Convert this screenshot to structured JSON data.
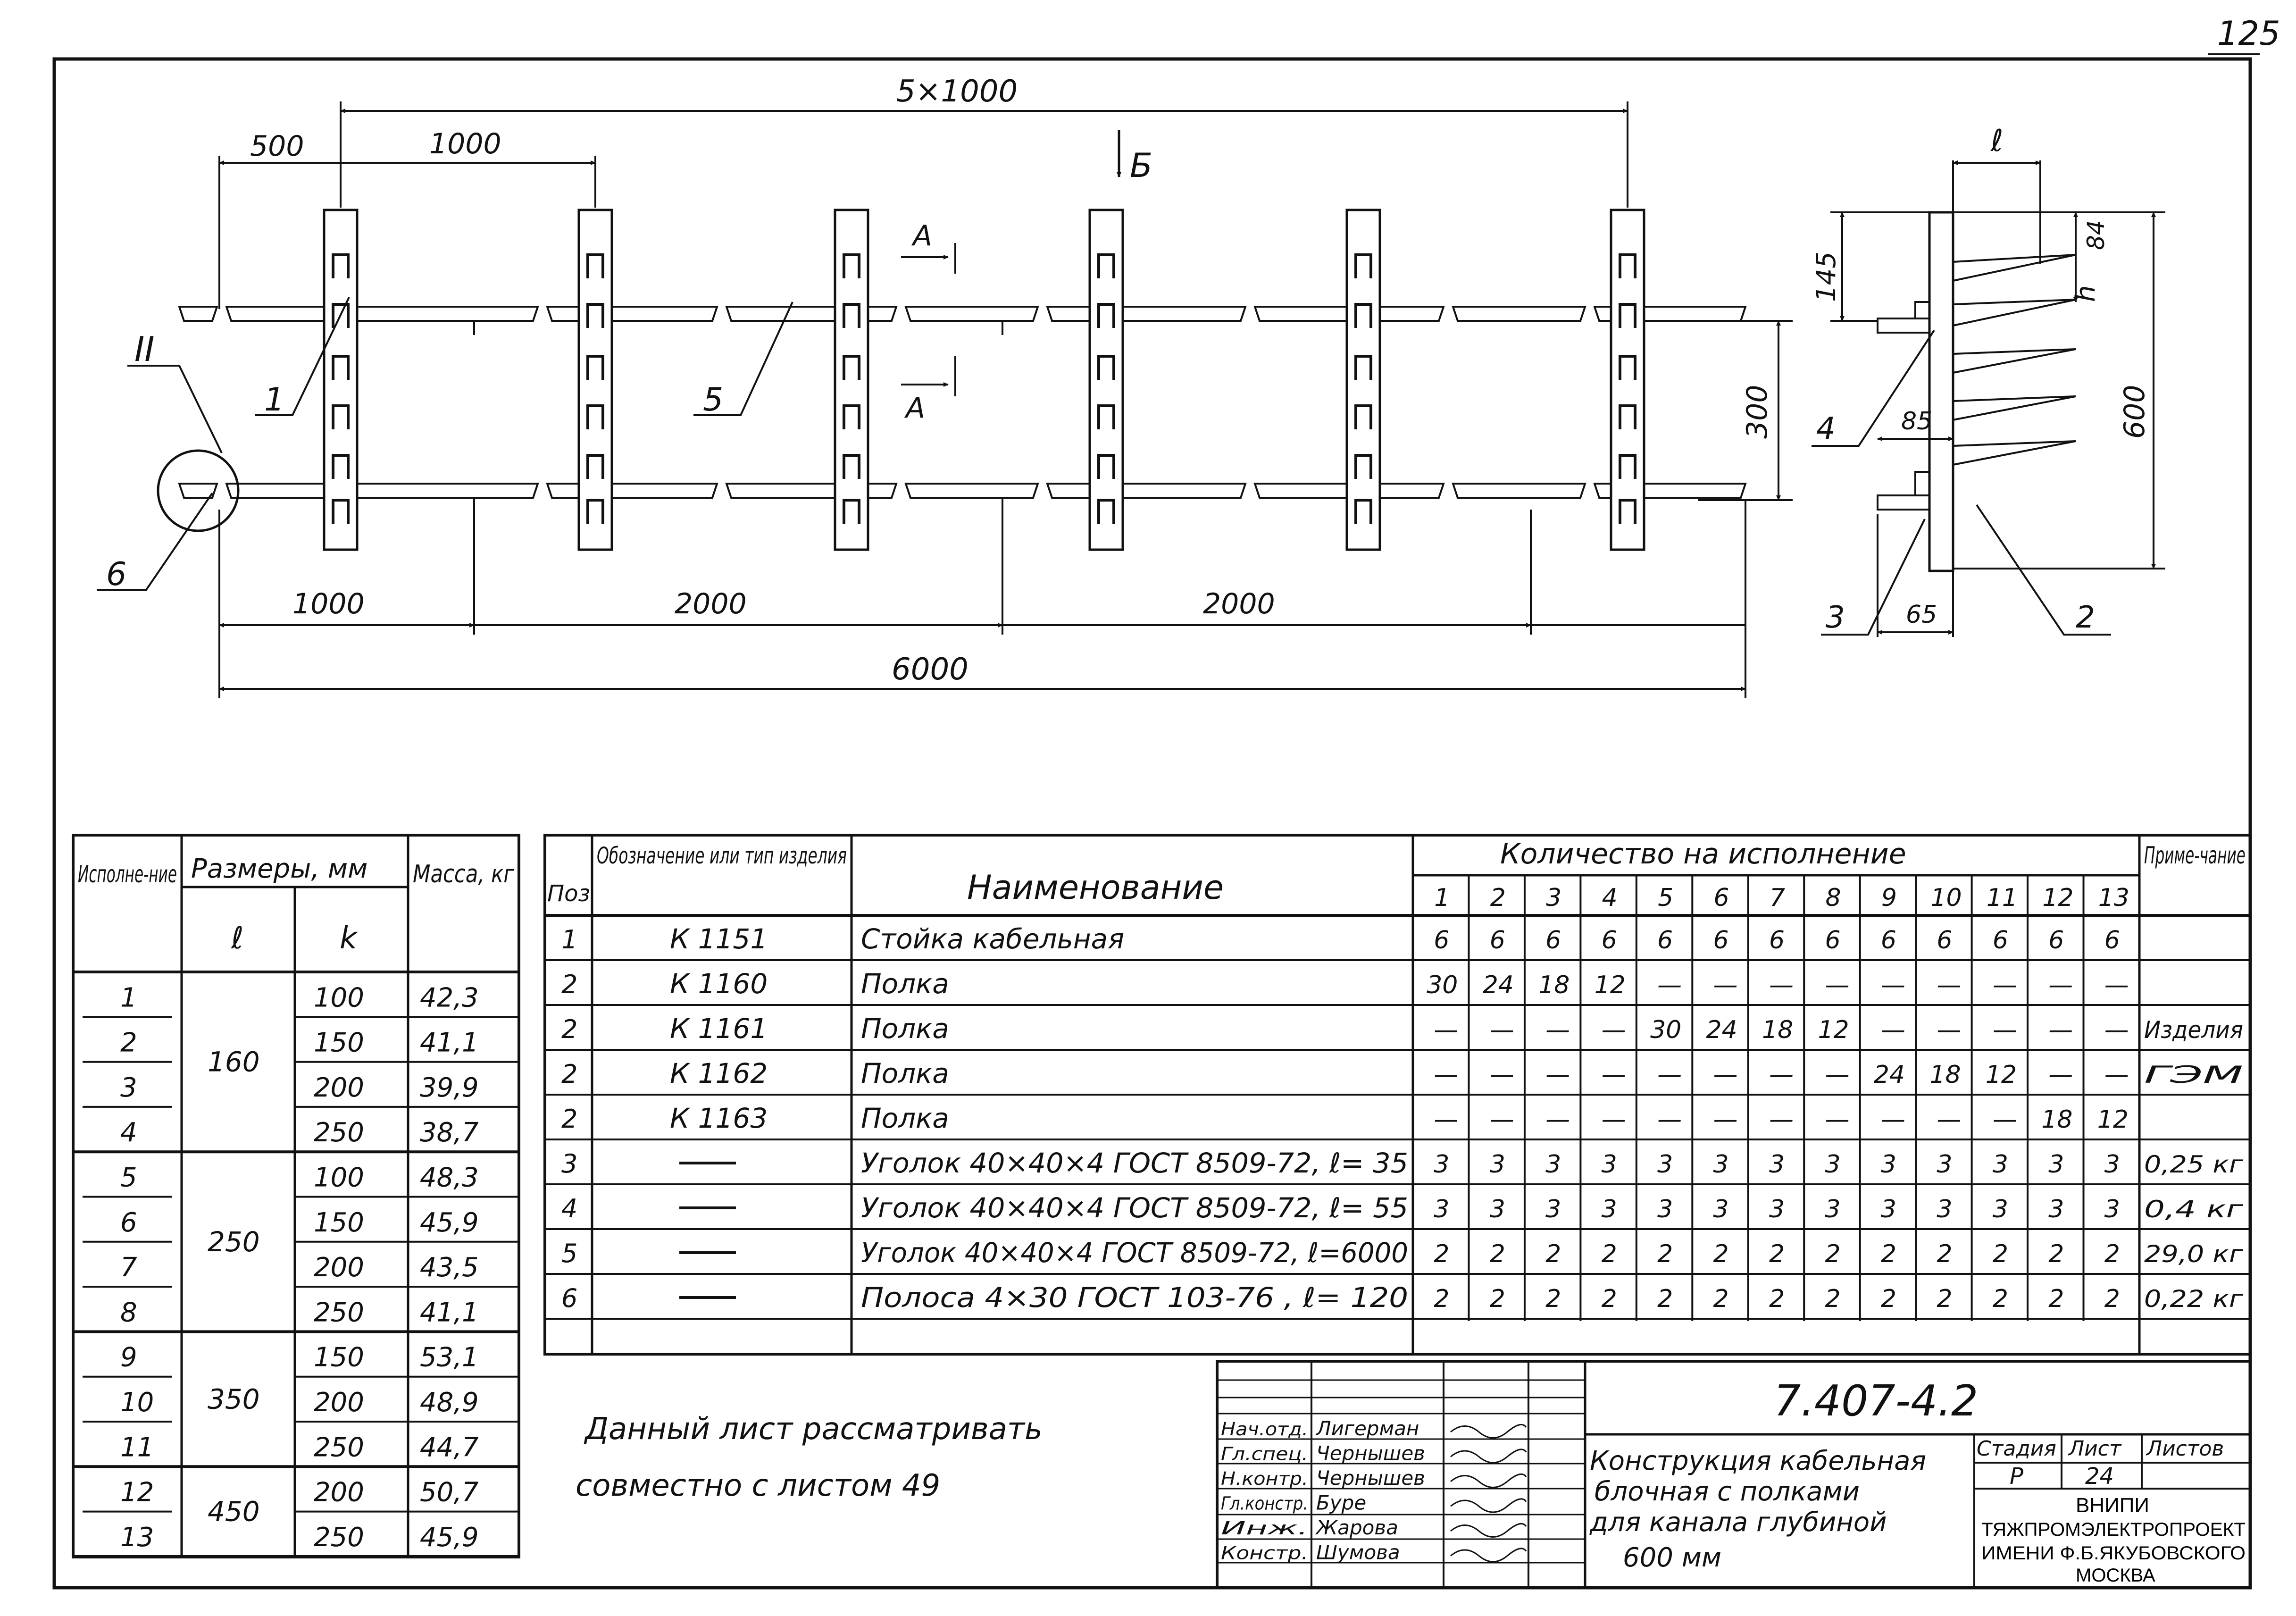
{
  "sheet": {
    "page_number": "125",
    "doc_code": "7.407-4.2"
  },
  "drawing": {
    "dims_top": {
      "total": "5×1000",
      "first": "500",
      "second": "1000"
    },
    "dims_bottom": {
      "a": "1000",
      "b": "2000",
      "c": "2000",
      "total": "6000"
    },
    "view_b": "Б",
    "section_a": "А",
    "callouts": {
      "c1": "1",
      "c5": "5",
      "c6": "6",
      "c2": "2",
      "c3": "3",
      "c4": "4",
      "detail": "II"
    },
    "side_dims": {
      "d300": "300",
      "l": "ℓ",
      "h145": "145",
      "h84": "84",
      "h": "h",
      "d600": "600",
      "d85": "85",
      "d65": "65"
    }
  },
  "size_table": {
    "headers": {
      "variant": "Исполне-ние",
      "sizes": "Размеры, мм",
      "l": "ℓ",
      "k": "k",
      "mass": "Масса, кг"
    },
    "rows": [
      {
        "n": "1",
        "k": "100",
        "m": "42,3"
      },
      {
        "n": "2",
        "k": "150",
        "m": "41,1"
      },
      {
        "n": "3",
        "k": "200",
        "m": "39,9"
      },
      {
        "n": "4",
        "k": "250",
        "m": "38,7"
      },
      {
        "n": "5",
        "k": "100",
        "m": "48,3"
      },
      {
        "n": "6",
        "k": "150",
        "m": "45,9"
      },
      {
        "n": "7",
        "k": "200",
        "m": "43,5"
      },
      {
        "n": "8",
        "k": "250",
        "m": "41,1"
      },
      {
        "n": "9",
        "k": "150",
        "m": "53,1"
      },
      {
        "n": "10",
        "k": "200",
        "m": "48,9"
      },
      {
        "n": "11",
        "k": "250",
        "m": "44,7"
      },
      {
        "n": "12",
        "k": "200",
        "m": "50,7"
      },
      {
        "n": "13",
        "k": "250",
        "m": "45,9"
      }
    ],
    "l_groups": [
      "160",
      "250",
      "350",
      "450"
    ]
  },
  "spec_table": {
    "headers": {
      "pos": "Поз",
      "designation": "Обозначение или тип изделия",
      "name": "Наименование",
      "qty": "Количество на исполнение",
      "note": "Приме-чание"
    },
    "variants": [
      "1",
      "2",
      "3",
      "4",
      "5",
      "6",
      "7",
      "8",
      "9",
      "10",
      "11",
      "12",
      "13"
    ],
    "rows": [
      {
        "pos": "1",
        "des": "К 1151",
        "name": "Стойка кабельная",
        "q": [
          "6",
          "6",
          "6",
          "6",
          "6",
          "6",
          "6",
          "6",
          "6",
          "6",
          "6",
          "6",
          "6"
        ],
        "note": ""
      },
      {
        "pos": "2",
        "des": "К 1160",
        "name": "Полка",
        "q": [
          "30",
          "24",
          "18",
          "12",
          "—",
          "—",
          "—",
          "—",
          "—",
          "—",
          "—",
          "—",
          "—"
        ],
        "note": ""
      },
      {
        "pos": "2",
        "des": "К 1161",
        "name": "Полка",
        "q": [
          "—",
          "—",
          "—",
          "—",
          "30",
          "24",
          "18",
          "12",
          "—",
          "—",
          "—",
          "—",
          "—"
        ],
        "note": "Изделия"
      },
      {
        "pos": "2",
        "des": "К 1162",
        "name": "Полка",
        "q": [
          "—",
          "—",
          "—",
          "—",
          "—",
          "—",
          "—",
          "—",
          "24",
          "18",
          "12",
          "—",
          "—"
        ],
        "note": "ГЭМ"
      },
      {
        "pos": "2",
        "des": "К 1163",
        "name": "Полка",
        "q": [
          "—",
          "—",
          "—",
          "—",
          "—",
          "—",
          "—",
          "—",
          "—",
          "—",
          "—",
          "18",
          "12"
        ],
        "note": ""
      },
      {
        "pos": "3",
        "des": "—",
        "name": "Уголок 40×40×4 ГОСТ 8509-72, ℓ= 35",
        "q": [
          "3",
          "3",
          "3",
          "3",
          "3",
          "3",
          "3",
          "3",
          "3",
          "3",
          "3",
          "3",
          "3"
        ],
        "note": "0,25 кг"
      },
      {
        "pos": "4",
        "des": "—",
        "name": "Уголок 40×40×4 ГОСТ 8509-72, ℓ= 55",
        "q": [
          "3",
          "3",
          "3",
          "3",
          "3",
          "3",
          "3",
          "3",
          "3",
          "3",
          "3",
          "3",
          "3"
        ],
        "note": "0,4 кг"
      },
      {
        "pos": "5",
        "des": "—",
        "name": "Уголок 40×40×4 ГОСТ 8509-72, ℓ=6000",
        "q": [
          "2",
          "2",
          "2",
          "2",
          "2",
          "2",
          "2",
          "2",
          "2",
          "2",
          "2",
          "2",
          "2"
        ],
        "note": "29,0 кг"
      },
      {
        "pos": "6",
        "des": "—",
        "name": "Полоса 4×30 ГОСТ 103-76 , ℓ= 120",
        "q": [
          "2",
          "2",
          "2",
          "2",
          "2",
          "2",
          "2",
          "2",
          "2",
          "2",
          "2",
          "2",
          "2"
        ],
        "note": "0,22 кг"
      }
    ]
  },
  "note_text": {
    "line1": "Данный лист рассматривать",
    "line2": "совместно с листом 49"
  },
  "title_block": {
    "roles": [
      {
        "role": "Нач.отд.",
        "name": "Лигерман"
      },
      {
        "role": "Гл.спец.",
        "name": "Чернышев"
      },
      {
        "role": "Н.контр.",
        "name": "Чернышев"
      },
      {
        "role": "Гл.констр.",
        "name": "Буре"
      },
      {
        "role": "Инж.",
        "name": "Жарова"
      },
      {
        "role": "Констр.",
        "name": "Шумова"
      }
    ],
    "title_lines": [
      "Конструкция кабельная",
      "блочная с полками",
      "для канала глубиной",
      "600 мм"
    ],
    "stage_label": "Стадия",
    "sheet_label": "Лист",
    "sheets_label": "Листов",
    "stage": "Р",
    "sheet": "24",
    "org_lines": [
      "ВНИПИ",
      "ТЯЖПРОМЭЛЕКТРОПРОЕКТ",
      "ИМЕНИ Ф.Б.ЯКУБОВСКОГО",
      "МОСКВА"
    ]
  }
}
